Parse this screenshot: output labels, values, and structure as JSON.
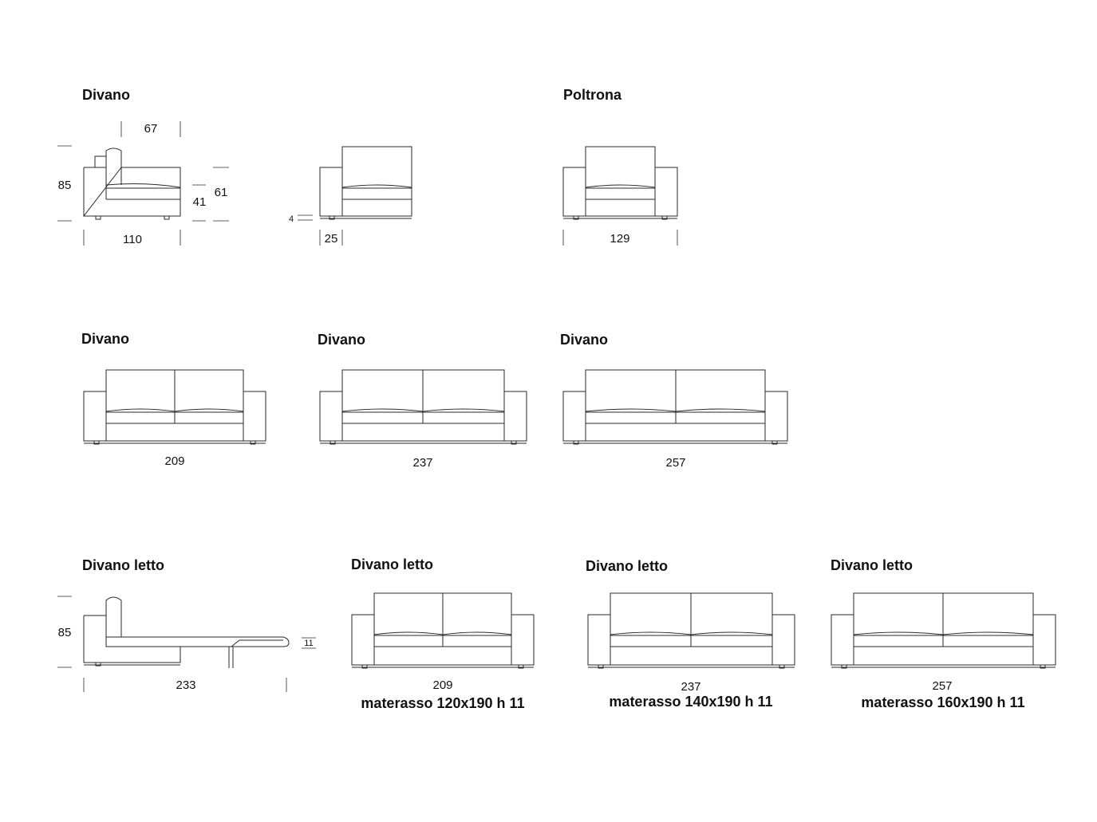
{
  "colors": {
    "line": "#2a2a2a",
    "text": "#111111",
    "background": "#ffffff"
  },
  "row1": {
    "sofa_title": "Divano",
    "armchair_title": "Poltrona",
    "side_depth": "67",
    "side_height": "85",
    "seat_height": "41",
    "arm_height": "61",
    "side_length": "110",
    "foot_height": "4",
    "arm_width": "25",
    "armchair_width": "129"
  },
  "row2": {
    "sofa_a_title": "Divano",
    "sofa_a_width": "209",
    "sofa_b_title": "Divano",
    "sofa_b_width": "237",
    "sofa_c_title": "Divano",
    "sofa_c_width": "257"
  },
  "row3": {
    "bed_side_title": "Divano letto",
    "bed_side_height": "85",
    "bed_mattress_h": "11",
    "bed_open_length": "233",
    "bed_a_title": "Divano letto",
    "bed_a_width": "209",
    "bed_a_mattress": "materasso 120x190 h 11",
    "bed_b_title": "Divano letto",
    "bed_b_width": "237",
    "bed_b_mattress": "materasso 140x190 h 11",
    "bed_c_title": "Divano letto",
    "bed_c_width": "257",
    "bed_c_mattress": "materasso 160x190 h 11"
  }
}
